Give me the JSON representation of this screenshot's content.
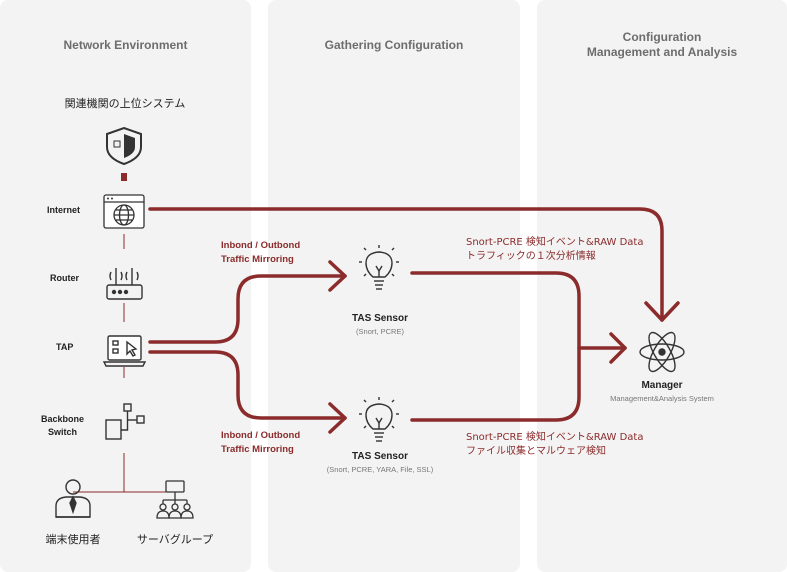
{
  "columns": {
    "network": "Network Environment",
    "gathering": "Gathering Configuration",
    "config_line1": "Configuration",
    "config_line2": "Management and Analysis"
  },
  "network": {
    "upper_system": "関連機関の上位システム",
    "internet": "Internet",
    "router": "Router",
    "tap": "TAP",
    "backbone_line1": "Backbone",
    "backbone_line2": "Switch",
    "end_user": "端末使用者",
    "server_group": "サーバグループ"
  },
  "mirroring": {
    "top_line1": "Inbond / Outbond",
    "top_line2": "Traffic Mirroring",
    "bottom_line1": "Inbond / Outbond",
    "bottom_line2": "Traffic Mirroring"
  },
  "sensors": {
    "top_title": "TAS Sensor",
    "top_sub": "(Snort, PCRE)",
    "bottom_title": "TAS Sensor",
    "bottom_sub": "(Snort, PCRE, YARA, File, SSL)"
  },
  "annotations": {
    "top_line1": "Snort-PCRE 検知イベント&RAW Data",
    "top_line2": "トラフィックの１次分析情報",
    "bottom_line1": "Snort-PCRE 検知イベント&RAW Data",
    "bottom_line2": "ファイル収集とマルウェア検知"
  },
  "manager": {
    "title": "Manager",
    "sub": "Management&Analysis System"
  },
  "colors": {
    "flow": "#8b2b2b",
    "panel": "#f3f3f3",
    "icon": "#333333"
  }
}
